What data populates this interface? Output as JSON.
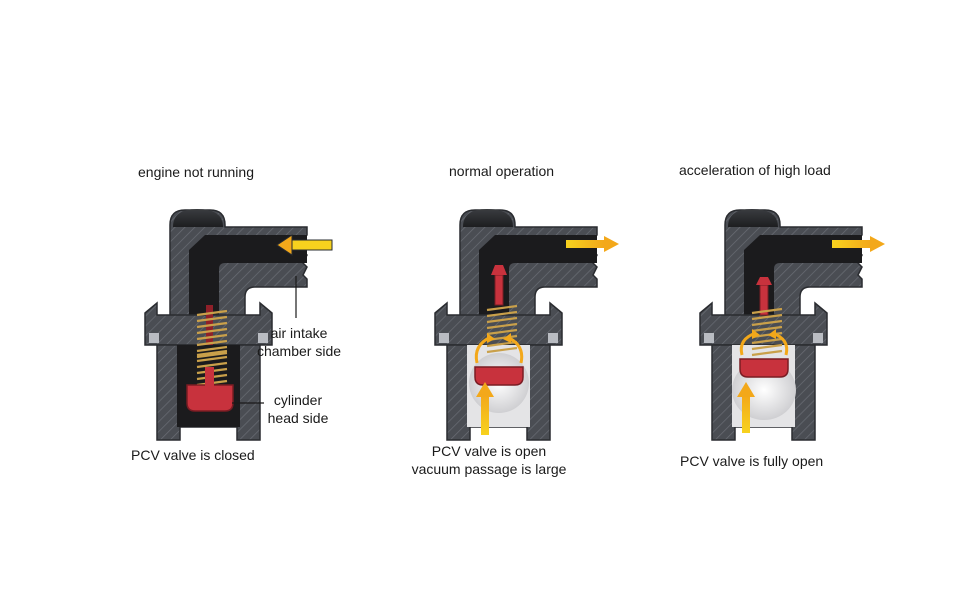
{
  "panels": [
    {
      "state_title": "engine not running",
      "caption": [
        "PCV valve is closed"
      ],
      "callouts": {
        "intake": [
          "air intake",
          "chamber side"
        ],
        "cylinder": [
          "cylinder",
          "head side"
        ]
      }
    },
    {
      "state_title": "normal operation",
      "caption": [
        "PCV valve is open",
        "vacuum passage is large"
      ]
    },
    {
      "state_title": "acceleration of high load",
      "caption": [
        "PCV valve is fully open"
      ]
    }
  ],
  "colors": {
    "housing": "#4a4d53",
    "passage": "#1b1b1d",
    "plunger": "#c8323d",
    "plunger_dark": "#7a1c23",
    "spring": "#c9a04a",
    "chamber_light": "#e8e8ea",
    "arrow_orange": "#f3a81a",
    "arrow_yellow": "#f7d21e"
  }
}
